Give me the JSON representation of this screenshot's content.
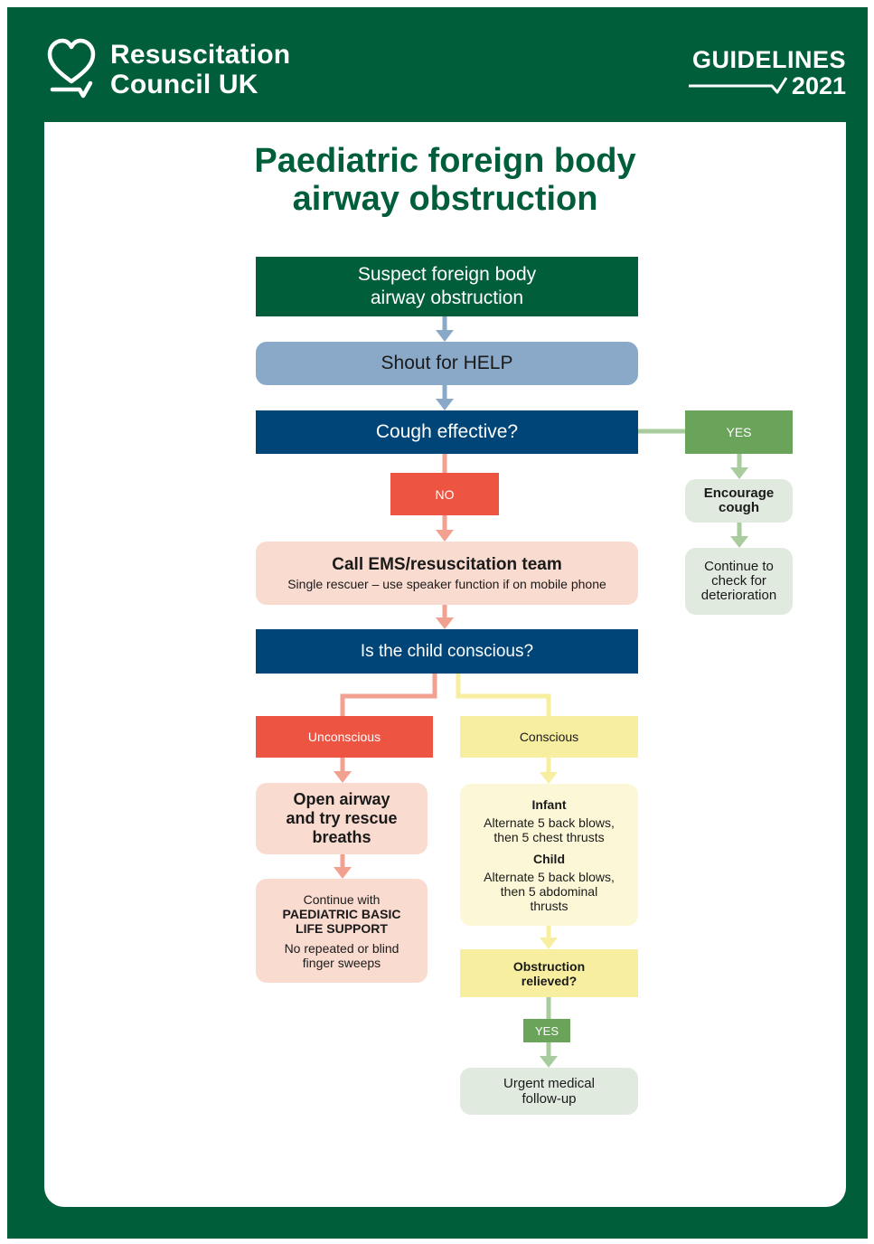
{
  "header": {
    "brand_line1": "Resuscitation",
    "brand_line2": "Council UK",
    "guidelines_label": "GUIDELINES",
    "guidelines_year": "2021",
    "logo_icon": "heart-speech-bubble-icon"
  },
  "title": {
    "line1": "Paediatric foreign body",
    "line2": "airway obstruction"
  },
  "steps": {
    "suspect": {
      "line1": "Suspect foreign body",
      "line2": "airway obstruction"
    },
    "shout": "Shout for HELP",
    "cough_effective": "Cough effective?",
    "yes_cough": "YES",
    "no_cough": "NO",
    "encourage": {
      "line1": "Encourage",
      "line2": "cough"
    },
    "continue_check": {
      "line1": "Continue to",
      "line2": "check for",
      "line3": "deterioration"
    },
    "call_ems": {
      "title": "Call EMS/resuscitation team",
      "subtitle": "Single rescuer – use speaker function if on mobile phone"
    },
    "conscious_question": "Is the child conscious?",
    "unconscious": "Unconscious",
    "conscious": "Conscious",
    "open_airway": {
      "line1": "Open airway",
      "line2": "and try rescue",
      "line3": "breaths"
    },
    "continue_pbls": {
      "line1": "Continue with",
      "line2": "PAEDIATRIC BASIC",
      "line3": "LIFE SUPPORT",
      "line4": "No repeated or blind",
      "line5": "finger sweeps"
    },
    "infant_child": {
      "infant_heading": "Infant",
      "infant_line1": "Alternate 5 back blows,",
      "infant_line2": "then 5 chest thrusts",
      "child_heading": "Child",
      "child_line1": "Alternate 5 back blows,",
      "child_line2": "then 5 abdominal",
      "child_line3": "thrusts"
    },
    "obstruction_relieved": {
      "line1": "Obstruction",
      "line2": "relieved?"
    },
    "yes_relieved": "YES",
    "followup": {
      "line1": "Urgent medical",
      "line2": "follow-up"
    }
  },
  "colors": {
    "brand_green": "#005e3b",
    "navy": "#004578",
    "steel_blue": "#8aa9c9",
    "red": "#ee5442",
    "pink": "#fadbd0",
    "yellow": "#f8ee9f",
    "pale_yellow": "#fcf7d6",
    "green": "#6aa35a",
    "pale_green": "#e0eadf"
  }
}
